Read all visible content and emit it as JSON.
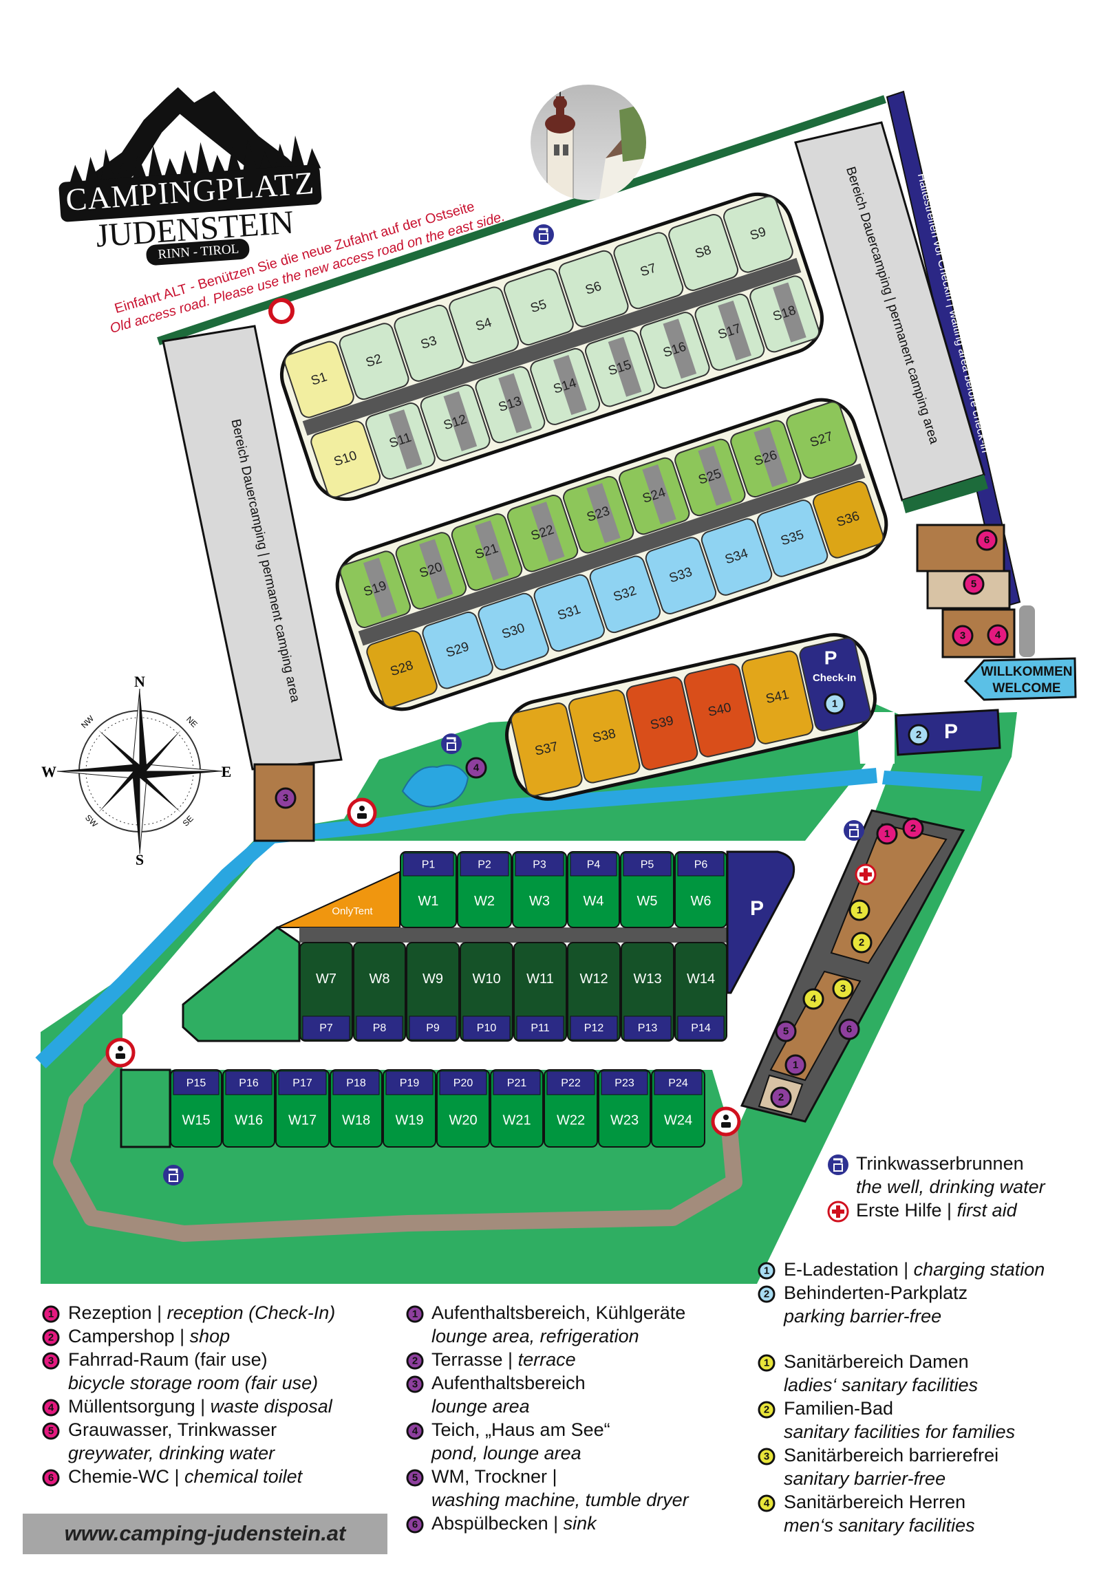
{
  "logo": {
    "line1": "CAMPINGPLATZ",
    "line2": "JUDENSTEIN",
    "line3": "RINN - TIROL"
  },
  "notice": {
    "de": "Einfahrt ALT - Benützen Sie die neue Zufahrt auf der Ostseite",
    "en": "Old access road. Please use the new access road on the east side."
  },
  "areas": {
    "permanent_left": "Bereich Dauercamping | permanent camping area",
    "permanent_right": "Bereich Dauercamping | permanent camping area",
    "waiting_strip": "Haltestreifen vor Checkin | waiting area before check-in",
    "welcome_de": "WILLKOMMEN",
    "welcome_en": "WELCOME",
    "only_tent": "OnlyTent",
    "parking": "P",
    "checkin": "Check-In"
  },
  "compass": {
    "n": "N",
    "s": "S",
    "e": "E",
    "w": "W",
    "ne": "NE",
    "nw": "NW",
    "se": "SE",
    "sw": "SW"
  },
  "colors": {
    "ground_green": "#2fae62",
    "border_green": "#1d6b3b",
    "road_blue": "#2b2785",
    "river": "#2aa6e0",
    "path": "#a38c7c",
    "permanent_gray": "#d9d9d9",
    "building_brown": "#b07b48",
    "building_beige": "#d8c3a5",
    "pink": "#e4197f",
    "purple": "#8e3f9e",
    "yellow": "#e8e53a",
    "light_blue": "#a8dcf2",
    "notice_red": "#c8102e",
    "w_light": "#00963f",
    "w_dark": "#155228",
    "parking_blue": "#2b2a85",
    "only_tent": "#f0960f"
  },
  "pitches": {
    "block1_top": [
      {
        "id": "S1",
        "color": "#f2eea0",
        "car": false
      },
      {
        "id": "S2",
        "color": "#cfe8cc",
        "car": false
      },
      {
        "id": "S3",
        "color": "#cfe8cc",
        "car": false
      },
      {
        "id": "S4",
        "color": "#cfe8cc",
        "car": false
      },
      {
        "id": "S5",
        "color": "#cfe8cc",
        "car": false
      },
      {
        "id": "S6",
        "color": "#cfe8cc",
        "car": false
      },
      {
        "id": "S7",
        "color": "#cfe8cc",
        "car": false
      },
      {
        "id": "S8",
        "color": "#cfe8cc",
        "car": false
      },
      {
        "id": "S9",
        "color": "#cfe8cc",
        "car": false
      }
    ],
    "block1_bottom": [
      {
        "id": "S10",
        "color": "#f2eea0",
        "car": false
      },
      {
        "id": "S11",
        "color": "#cfe8cc",
        "car": true
      },
      {
        "id": "S12",
        "color": "#cfe8cc",
        "car": true
      },
      {
        "id": "S13",
        "color": "#cfe8cc",
        "car": true
      },
      {
        "id": "S14",
        "color": "#cfe8cc",
        "car": true
      },
      {
        "id": "S15",
        "color": "#cfe8cc",
        "car": true
      },
      {
        "id": "S16",
        "color": "#cfe8cc",
        "car": true
      },
      {
        "id": "S17",
        "color": "#cfe8cc",
        "car": true
      },
      {
        "id": "S18",
        "color": "#cfe8cc",
        "car": true
      }
    ],
    "block2_top": [
      {
        "id": "S19",
        "color": "#8dc65a",
        "car": true
      },
      {
        "id": "S20",
        "color": "#8dc65a",
        "car": true
      },
      {
        "id": "S21",
        "color": "#8dc65a",
        "car": true
      },
      {
        "id": "S22",
        "color": "#8dc65a",
        "car": true
      },
      {
        "id": "S23",
        "color": "#8dc65a",
        "car": true
      },
      {
        "id": "S24",
        "color": "#8dc65a",
        "car": true
      },
      {
        "id": "S25",
        "color": "#8dc65a",
        "car": true
      },
      {
        "id": "S26",
        "color": "#8dc65a",
        "car": true
      },
      {
        "id": "S27",
        "color": "#8dc65a",
        "car": false
      }
    ],
    "block2_bottom": [
      {
        "id": "S28",
        "color": "#dca516",
        "car": false
      },
      {
        "id": "S29",
        "color": "#8fd3f2",
        "car": false
      },
      {
        "id": "S30",
        "color": "#8fd3f2",
        "car": false
      },
      {
        "id": "S31",
        "color": "#8fd3f2",
        "car": false
      },
      {
        "id": "S32",
        "color": "#8fd3f2",
        "car": false
      },
      {
        "id": "S33",
        "color": "#8fd3f2",
        "car": false
      },
      {
        "id": "S34",
        "color": "#8fd3f2",
        "car": false
      },
      {
        "id": "S35",
        "color": "#8fd3f2",
        "car": false
      },
      {
        "id": "S36",
        "color": "#dca516",
        "car": false
      }
    ],
    "block3": [
      {
        "id": "S37",
        "color": "#e2a61a",
        "car": false
      },
      {
        "id": "S38",
        "color": "#e2a61a",
        "car": false
      },
      {
        "id": "S39",
        "color": "#d94e1a",
        "car": false
      },
      {
        "id": "S40",
        "color": "#d94e1a",
        "car": false
      },
      {
        "id": "S41",
        "color": "#e2a61a",
        "car": false
      }
    ],
    "w_top": [
      "W1",
      "W2",
      "W3",
      "W4",
      "W5",
      "W6"
    ],
    "p_top": [
      "P1",
      "P2",
      "P3",
      "P4",
      "P5",
      "P6"
    ],
    "w_middle": [
      "W7",
      "W8",
      "W9",
      "W10",
      "W11",
      "W12",
      "W13",
      "W14"
    ],
    "p_middle": [
      "P7",
      "P8",
      "P9",
      "P10",
      "P11",
      "P12",
      "P13",
      "P14"
    ],
    "w_bottom": [
      "W15",
      "W16",
      "W17",
      "W18",
      "W19",
      "W20",
      "W21",
      "W22",
      "W23",
      "W24"
    ],
    "p_bottom": [
      "P15",
      "P16",
      "P17",
      "P18",
      "P19",
      "P20",
      "P21",
      "P22",
      "P23",
      "P24"
    ]
  },
  "markers": {
    "pink": [
      "1",
      "2",
      "3",
      "4",
      "5",
      "6"
    ],
    "purple": [
      "1",
      "2",
      "3",
      "4",
      "5",
      "6"
    ],
    "yellow": [
      "1",
      "2",
      "3",
      "4"
    ],
    "light_blue": [
      "1",
      "2"
    ]
  },
  "legend": {
    "services": [
      {
        "num": "1",
        "lines": [
          {
            "de": "Rezeption | ",
            "en": "reception (Check-In)"
          }
        ]
      },
      {
        "num": "2",
        "lines": [
          {
            "de": "Campershop | ",
            "en": "shop"
          }
        ]
      },
      {
        "num": "3",
        "lines": [
          {
            "de": "Fahrrad-Raum (fair use)",
            "en": ""
          },
          {
            "de": "",
            "en": "bicycle storage room (fair use)"
          }
        ]
      },
      {
        "num": "4",
        "lines": [
          {
            "de": "Müllentsorgung | ",
            "en": "waste disposal"
          }
        ]
      },
      {
        "num": "5",
        "lines": [
          {
            "de": "Grauwasser, Trinkwasser",
            "en": ""
          },
          {
            "de": "",
            "en": "greywater, drinking water"
          }
        ]
      },
      {
        "num": "6",
        "lines": [
          {
            "de": "Chemie-WC | ",
            "en": "chemical toilet"
          }
        ]
      }
    ],
    "lounges": [
      {
        "num": "1",
        "lines": [
          {
            "de": "Aufenthaltsbereich, Kühlgeräte",
            "en": ""
          },
          {
            "de": "",
            "en": "lounge area, refrigeration"
          }
        ]
      },
      {
        "num": "2",
        "lines": [
          {
            "de": "Terrasse | ",
            "en": "terrace"
          }
        ]
      },
      {
        "num": "3",
        "lines": [
          {
            "de": "Aufenthaltsbereich",
            "en": ""
          },
          {
            "de": "",
            "en": "lounge area"
          }
        ]
      },
      {
        "num": "4",
        "lines": [
          {
            "de": "Teich, „Haus am See“",
            "en": ""
          },
          {
            "de": "",
            "en": "pond, lounge area"
          }
        ]
      },
      {
        "num": "5",
        "lines": [
          {
            "de": "WM, Trockner |",
            "en": ""
          },
          {
            "de": "",
            "en": "washing machine, tumble dryer"
          }
        ]
      },
      {
        "num": "6",
        "lines": [
          {
            "de": "Abspülbecken | ",
            "en": "sink"
          }
        ]
      }
    ],
    "sanitary": [
      {
        "num": "1",
        "lines": [
          {
            "de": "Sanitärbereich Damen",
            "en": ""
          },
          {
            "de": "",
            "en": "ladies‘ sanitary facilities"
          }
        ]
      },
      {
        "num": "2",
        "lines": [
          {
            "de": "Familien-Bad",
            "en": ""
          },
          {
            "de": "",
            "en": "sanitary facilities for families"
          }
        ]
      },
      {
        "num": "3",
        "lines": [
          {
            "de": "Sanitärbereich barrierefrei",
            "en": ""
          },
          {
            "de": "",
            "en": "sanitary barrier-free"
          }
        ]
      },
      {
        "num": "4",
        "lines": [
          {
            "de": "Sanitärbereich Herren",
            "en": ""
          },
          {
            "de": "",
            "en": "men‘s sanitary facilities"
          }
        ]
      }
    ],
    "parking": [
      {
        "num": "1",
        "lines": [
          {
            "de": "E-Ladestation | ",
            "en": "charging station"
          }
        ]
      },
      {
        "num": "2",
        "lines": [
          {
            "de": "Behinderten-Parkplatz",
            "en": ""
          },
          {
            "de": "",
            "en": "parking barrier-free"
          }
        ]
      }
    ],
    "symbols": [
      {
        "icon": "drinking-water-icon",
        "lines": [
          {
            "de": "Trinkwasserbrunnen",
            "en": ""
          },
          {
            "de": "",
            "en": "the well, drinking water"
          }
        ]
      },
      {
        "icon": "first-aid-icon",
        "lines": [
          {
            "de": "Erste Hilfe | ",
            "en": "first aid"
          }
        ]
      }
    ]
  },
  "website": "www.camping-judenstein.at"
}
